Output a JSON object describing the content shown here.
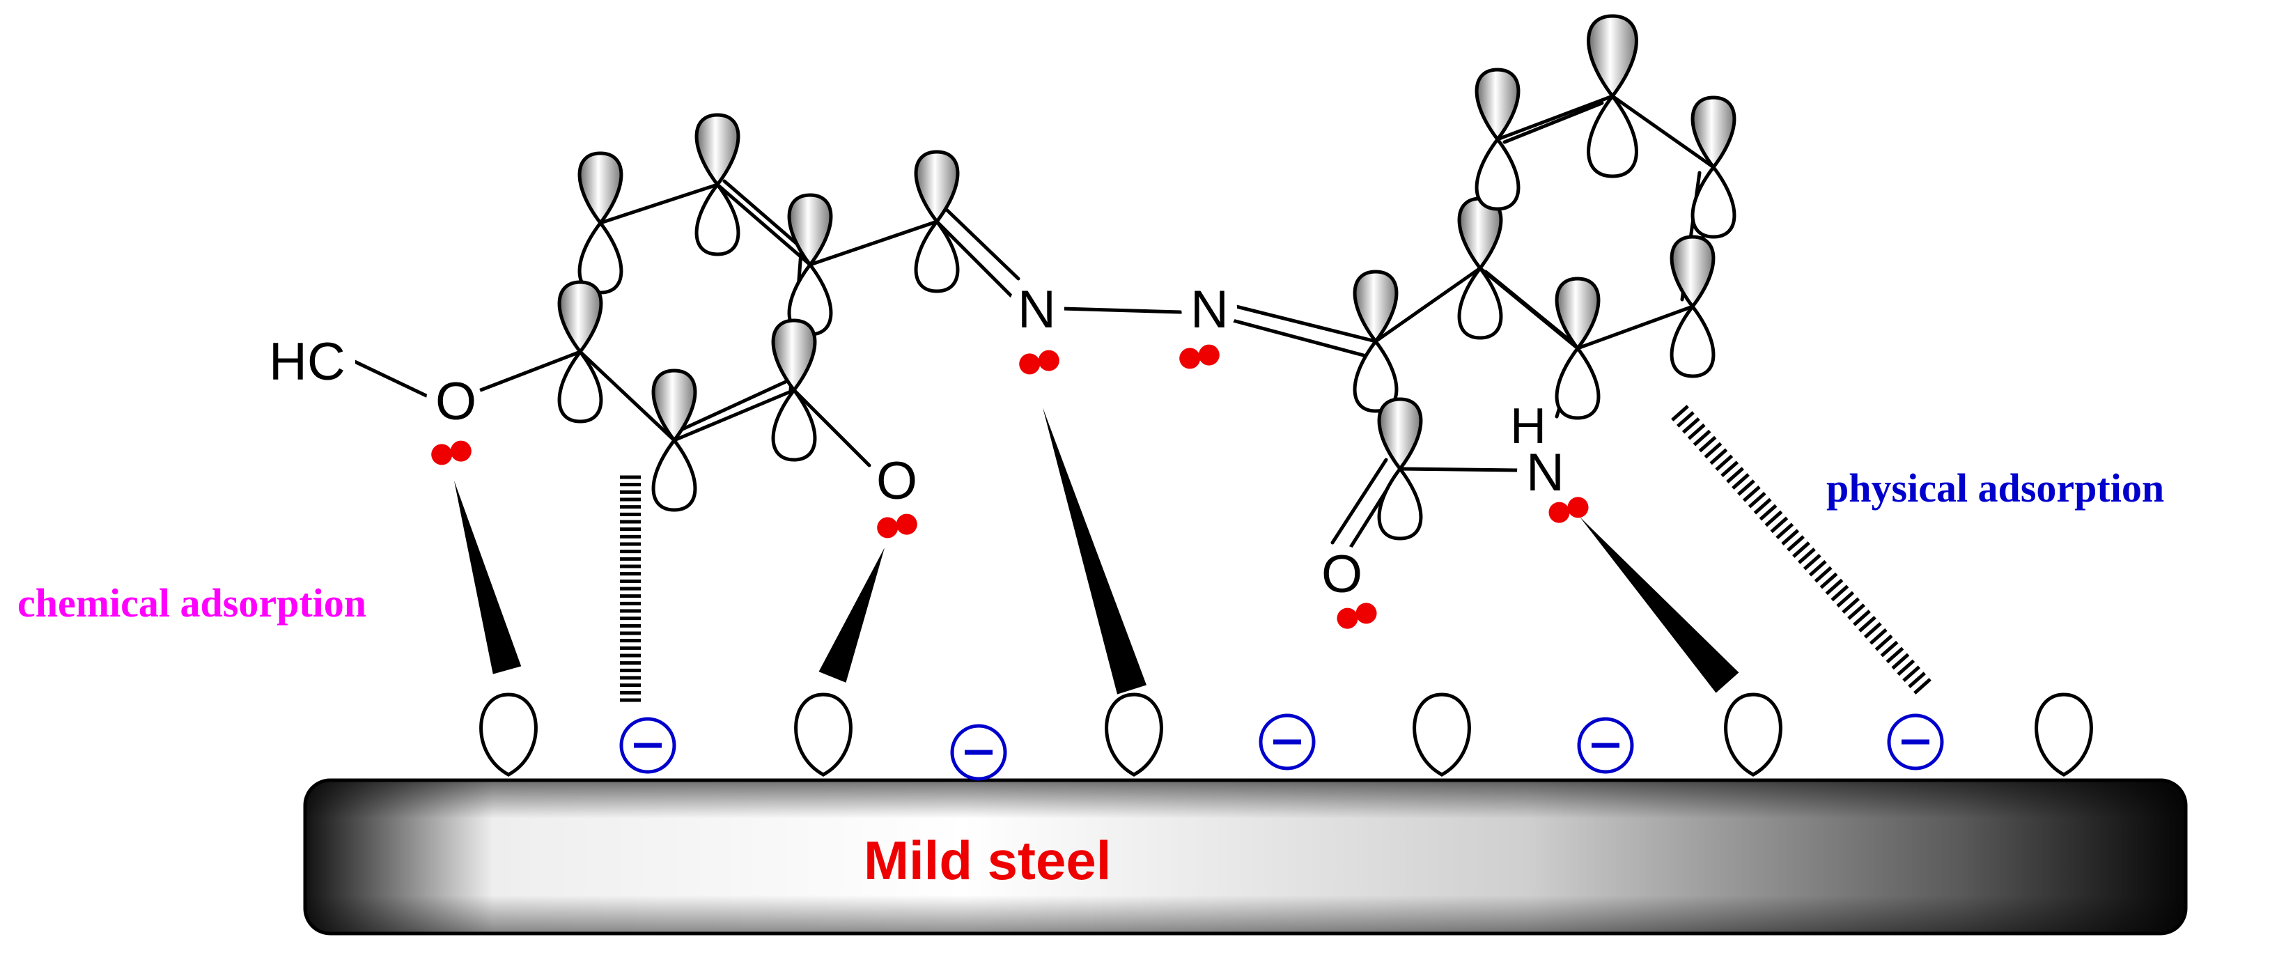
{
  "labels": {
    "chemical": "chemical adsorption",
    "physical": "physical adsorption",
    "substrate": "Mild steel"
  },
  "atoms": {
    "hc": "HC",
    "o1": "O",
    "o2": "O",
    "n1": "N",
    "n2": "N",
    "h": "H",
    "n3": "N",
    "o3": "O"
  },
  "charge_symbol": "−",
  "colors": {
    "chemical_label": "#ff00ff",
    "physical_label": "#0000cc",
    "substrate_label": "#ee0000",
    "lone_pair": "#ee0000",
    "charge": "#0000cc",
    "line": "#000000"
  }
}
